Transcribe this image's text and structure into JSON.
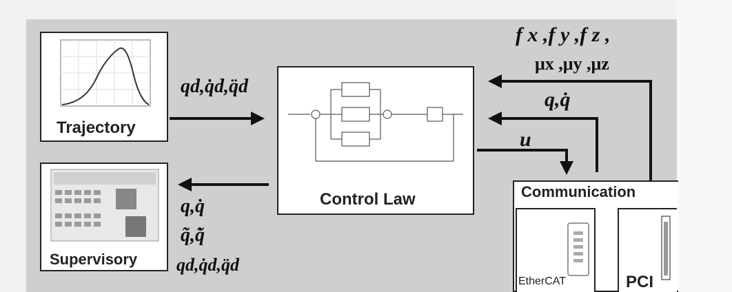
{
  "blocks": {
    "trajectory": "Trajectory",
    "supervisory": "Supervisory",
    "control_law": "Control Law",
    "communication": "Communication",
    "ethercat": "EtherCAT",
    "pci": "PCI"
  },
  "signals": {
    "desired_traj": "qd,q̇d,q̈d",
    "forces": "f x ,f y ,f z ,",
    "moments": "μx ,μy ,μz",
    "state_fb": "q,q̇",
    "command": "u",
    "sup_line1": "q,q̇",
    "sup_line2": "q̃,q̃̇",
    "sup_line3": "qd,q̇d,q̈d"
  },
  "colors": {
    "panel": "#cfcfcf",
    "background": "#f2f2f2",
    "ink": "#111111"
  }
}
